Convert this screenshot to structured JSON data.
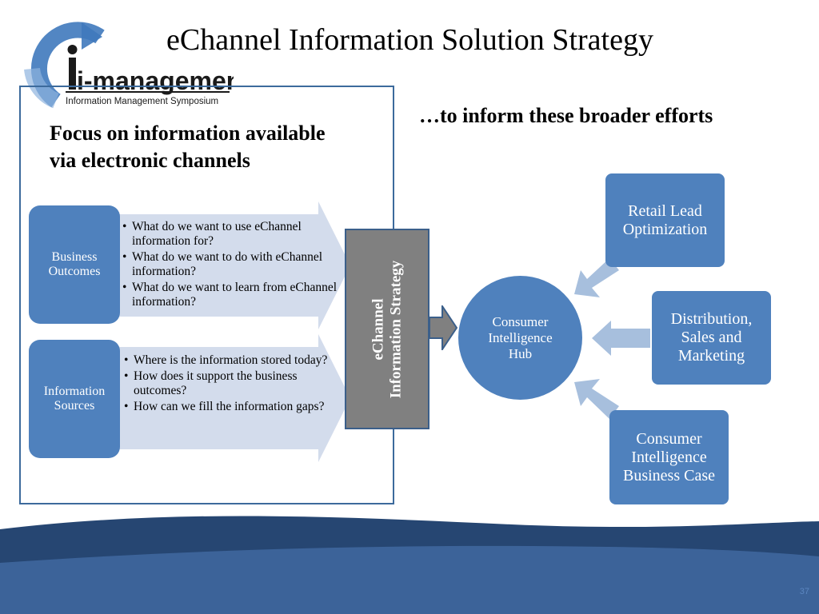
{
  "title": "eChannel Information Solution Strategy",
  "logo": {
    "brand": "i-management",
    "tagline": "Information Management Symposium"
  },
  "focus_heading": "Focus on information available via electronic channels",
  "inform_heading": "…to inform these broader efforts",
  "rows": [
    {
      "label": "Business Outcomes",
      "bullets": [
        "What do we want to use eChannel information for?",
        "What do we want to do with eChannel information?",
        "What do we want to learn from eChannel information?"
      ]
    },
    {
      "label": "Information Sources",
      "bullets": [
        "Where is the information stored today?",
        "How does it support the business outcomes?",
        "How can we fill the information gaps?"
      ]
    }
  ],
  "strategy_box": {
    "line1": "eChannel",
    "line2": "Information Strategy"
  },
  "hub": "Consumer Intelligence Hub",
  "efforts": [
    "Retail Lead Optimization",
    "Distribution, Sales and Marketing",
    "Consumer Intelligence Business Case"
  ],
  "page_number": "37",
  "colors": {
    "box_blue": "#4f81bd",
    "arrow_light": "#d3dcec",
    "arrow_mid": "#a7bfdd",
    "strategy_gray": "#808080",
    "wave_dark": "#264672",
    "wave_mid": "#3c6399"
  }
}
